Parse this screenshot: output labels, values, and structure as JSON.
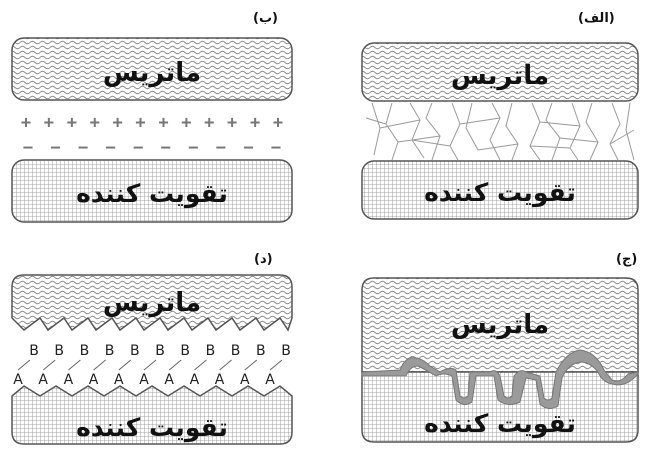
{
  "panels": {
    "a": {
      "label": "(الف)",
      "matrix": "ماتریس",
      "reinforcement": "تقویت کننده"
    },
    "b": {
      "label": "(ب)",
      "matrix": "ماتریس",
      "reinforcement": "تقویت کننده",
      "positive_row": [
        "+",
        "+",
        "+",
        "+",
        "+",
        "+",
        "+",
        "+",
        "+",
        "+",
        "+",
        "+"
      ],
      "negative_row": [
        "−",
        "−",
        "−",
        "−",
        "−",
        "−",
        "−",
        "−",
        "−",
        "−"
      ]
    },
    "c": {
      "label": "(ج)",
      "matrix": "ماتریس",
      "reinforcement": "تقویت کننده"
    },
    "d": {
      "label": "(د)",
      "matrix": "ماتریس",
      "reinforcement": "تقویت کننده",
      "b_labels": [
        "B",
        "B",
        "B",
        "B",
        "B",
        "B",
        "B",
        "B",
        "B",
        "B",
        "B"
      ],
      "a_labels": [
        "A",
        "A",
        "A",
        "A",
        "A",
        "A",
        "A",
        "A",
        "A",
        "A",
        "A"
      ]
    }
  },
  "colors": {
    "block_stroke": "#555555",
    "wave_pattern": "#8a8a8a",
    "grid_pattern": "#8a8a8a",
    "interlock_fill": "#9a9a9a",
    "sign_color": "#777777"
  }
}
